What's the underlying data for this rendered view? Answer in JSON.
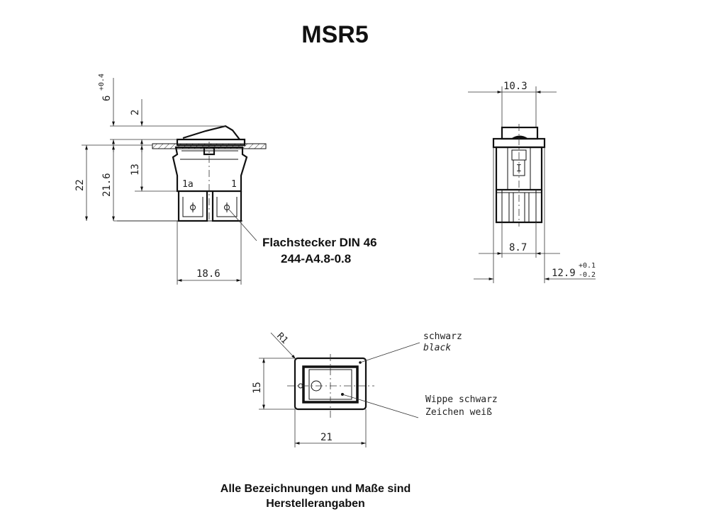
{
  "title": "MSR5",
  "side_view": {
    "dims": {
      "top_height": "6",
      "top_tolerance": "+0.4",
      "rocker_height": "2",
      "body_height": "13",
      "total_height": "22",
      "mount_height": "21.6",
      "width": "18.6"
    },
    "terminal_labels": [
      "1a",
      "1"
    ],
    "connector_label_line1": "Flachstecker DIN 46",
    "connector_label_line2": "244-A4.8-0.8"
  },
  "end_view": {
    "dims": {
      "top_width": "10.3",
      "inner_width": "8.7",
      "total_width": "12.9",
      "tol_plus": "+0.1",
      "tol_minus": "-0.2"
    },
    "rocker_mark": "I"
  },
  "top_view": {
    "radius": "R1",
    "height": "15",
    "width": "21",
    "frame_label_de": "schwarz",
    "frame_label_en": "black",
    "rocker_label_line1": "Wippe schwarz",
    "rocker_label_line2": "Zeichen weiß"
  },
  "footer": {
    "line1": "Alle Bezeichnungen und Maße sind",
    "line2": "Herstellerangaben"
  }
}
